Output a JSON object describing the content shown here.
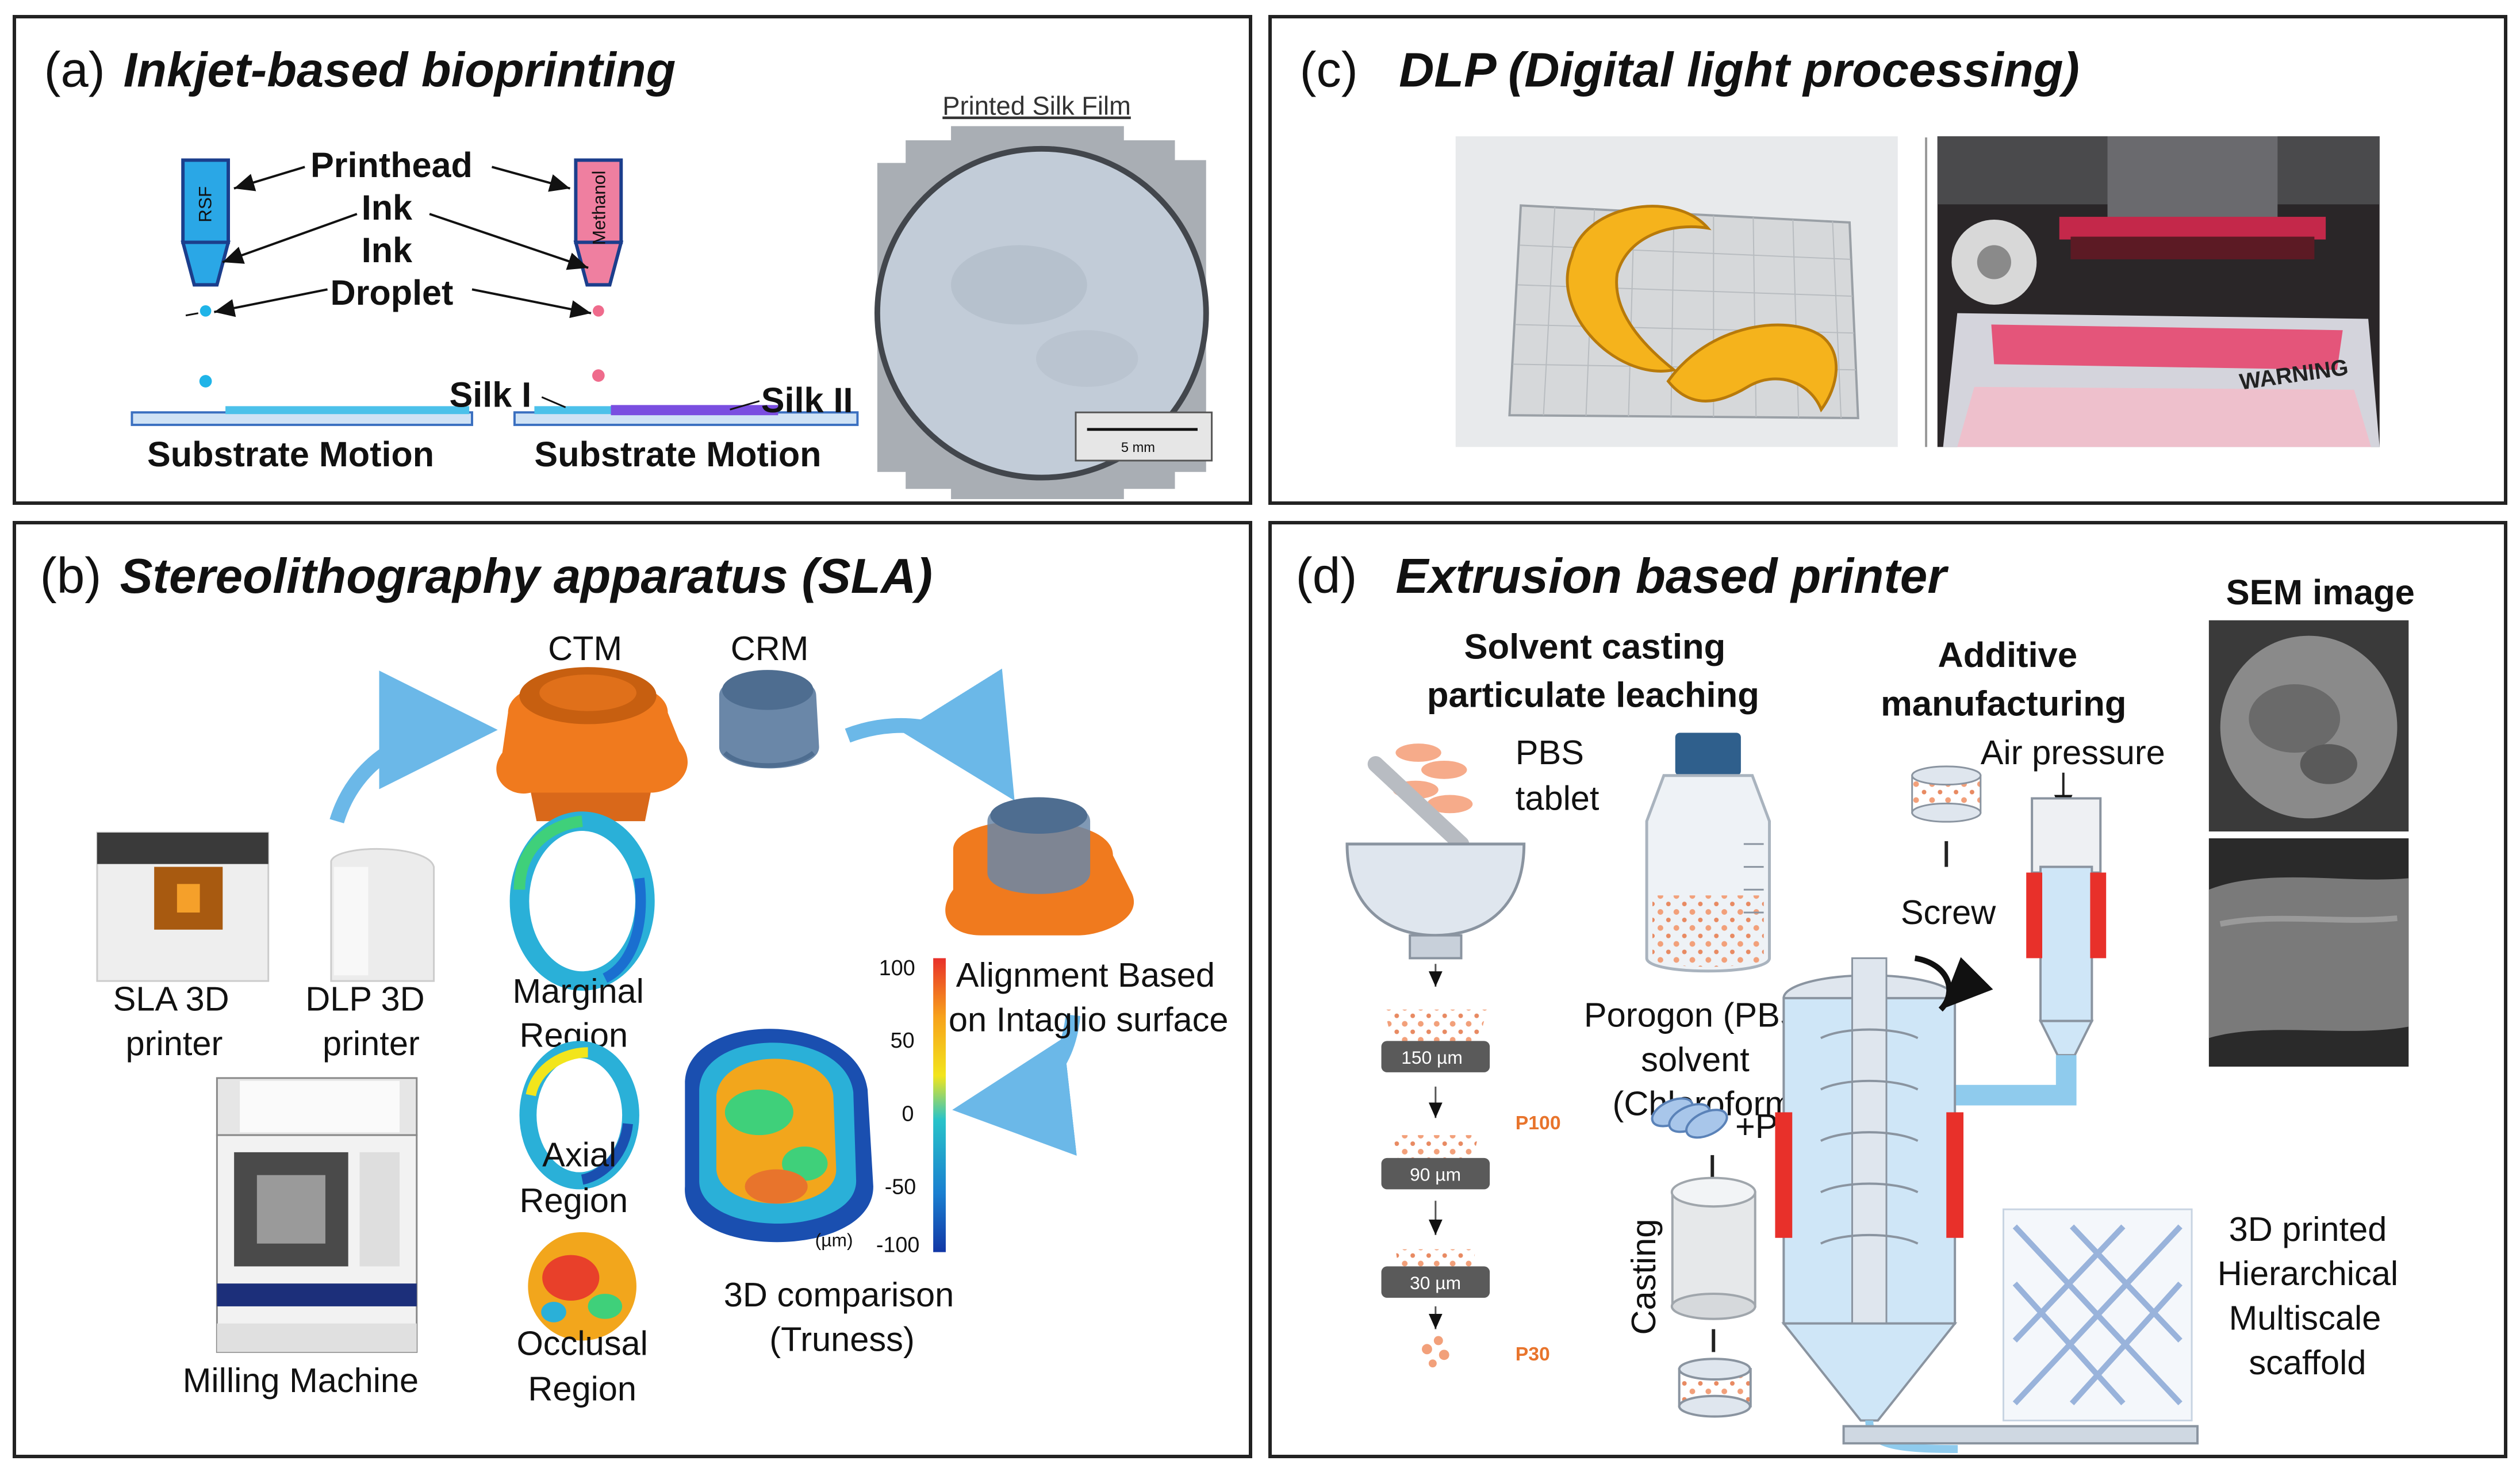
{
  "panel_a": {
    "letter": "(a)",
    "title": "Inkjet-based bioprinting",
    "printhead": "Printhead",
    "ink": "Ink",
    "ink_droplet_line1": "Ink",
    "ink_droplet_line2": "Droplet",
    "nozzle_left": "RSF",
    "nozzle_right": "Methanol",
    "silk_i": "Silk I",
    "silk_ii": "Silk II",
    "substrate_left": "Substrate Motion",
    "substrate_right": "Substrate Motion",
    "film_title": "Printed Silk Film",
    "scale": "5 mm"
  },
  "panel_b": {
    "letter": "(b)",
    "title": "Stereolithography apparatus (SLA)",
    "ctm": "CTM",
    "crm": "CRM",
    "sla_line1": "SLA 3D",
    "sla_line2": "printer",
    "dlp_line1": "DLP 3D",
    "dlp_line2": "printer",
    "milling": "Milling Machine",
    "marginal_line1": "Marginal",
    "marginal_line2": "Region",
    "axial_line1": "Axial",
    "axial_line2": "Region",
    "occlusal_line1": "Occlusal",
    "occlusal_line2": "Region",
    "comparison_line1": "3D comparison",
    "comparison_line2": "(Truness)",
    "alignment_line1": "Alignment Based",
    "alignment_line2": "on Intaglio surface",
    "scale_ticks": [
      "100",
      "50",
      "0",
      "-50",
      "-100"
    ],
    "scale_unit": "(µm)",
    "scale_colors": [
      "#e8302a",
      "#f7a21b",
      "#f2e51c",
      "#28c3c9",
      "#1a7fd0",
      "#1237a6"
    ]
  },
  "panel_c": {
    "letter": "(c)",
    "title": "DLP (Digital light processing)",
    "warning": "WARNING"
  },
  "panel_d": {
    "letter": "(d)",
    "title": "Extrusion based printer",
    "solvent_line1": "Solvent casting",
    "solvent_line2": "particulate leaching",
    "pbs_line1": "PBS",
    "pbs_line2": "tablet",
    "sieve_150": "150 µm",
    "sieve_90": "90 µm",
    "sieve_30": "30 µm",
    "p100": "P100",
    "p30": "P30",
    "porogen_line1": "Porogon (PBS) +",
    "porogen_line2": "solvent",
    "porogen_line3": "(Chloroform)",
    "pcl": "+PCL",
    "casting": "Casting",
    "additive_line1": "Additive",
    "additive_line2": "manufacturing",
    "air_pressure": "Air pressure",
    "screw": "Screw",
    "sem": "SEM image",
    "scaffold_line1": "3D printed",
    "scaffold_line2": "Hierarchical",
    "scaffold_line3": "Multiscale",
    "scaffold_line4": "scaffold"
  }
}
